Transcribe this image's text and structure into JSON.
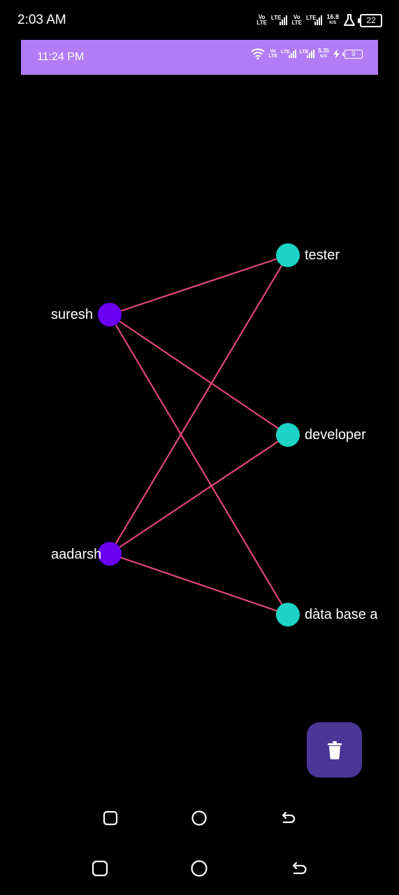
{
  "status_bar": {
    "time": "2:03 AM",
    "net1_top": "Vo",
    "net1_bottom": "LTE",
    "net2_label": "LTE",
    "net3_top": "Vo",
    "net3_bottom": "LTE",
    "net4_label": "LTE",
    "speed_value": "16.8",
    "speed_unit": "K/S",
    "battery": "22"
  },
  "inner_status_bar": {
    "time": "11:24 PM",
    "net1_top": "Vo",
    "net1_bottom": "LTE",
    "net2_label": "LTE",
    "net3_label": "LTE",
    "speed_value": "5.35",
    "speed_unit": "K/S",
    "battery": "9",
    "background": "#b27cf6"
  },
  "graph": {
    "left_node_color": "#6a00f4",
    "right_node_color": "#1dd3c5",
    "edge_color": "#e0487a",
    "left_nodes": [
      {
        "id": "suresh",
        "label": "suresh"
      },
      {
        "id": "aadarsh",
        "label": "aadarsh"
      }
    ],
    "right_nodes": [
      {
        "id": "tester",
        "label": "tester"
      },
      {
        "id": "developer",
        "label": "developer"
      },
      {
        "id": "database",
        "label": "dàta base a"
      }
    ],
    "edges": [
      {
        "from": "suresh",
        "to": "tester"
      },
      {
        "from": "suresh",
        "to": "developer"
      },
      {
        "from": "suresh",
        "to": "database"
      },
      {
        "from": "aadarsh",
        "to": "tester"
      },
      {
        "from": "aadarsh",
        "to": "developer"
      },
      {
        "from": "aadarsh",
        "to": "database"
      }
    ]
  },
  "fab": {
    "icon": "trash-icon",
    "background": "#4a3697"
  },
  "nav_bars": [
    {
      "icons": [
        "recents-square-icon",
        "home-circle-icon",
        "back-arrow-icon"
      ]
    },
    {
      "icons": [
        "recents-square-icon",
        "home-circle-icon",
        "back-arrow-icon"
      ]
    }
  ]
}
